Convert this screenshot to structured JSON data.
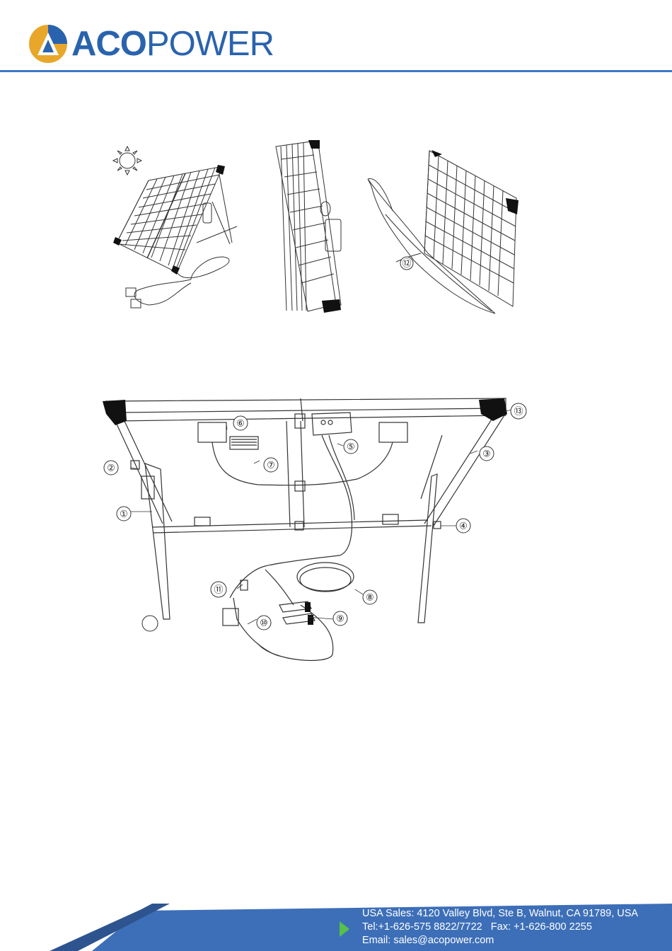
{
  "brand": {
    "name_bold": "ACO",
    "name_light": "POWER",
    "colors": {
      "blue": "#2a63ad",
      "gold": "#e8a72b",
      "footer": "#3d6fb8",
      "arrow": "#56c04a"
    }
  },
  "callouts": [
    "①",
    "②",
    "③",
    "④",
    "⑤",
    "⑥",
    "⑦",
    "⑧",
    "⑨",
    "⑩",
    "⑪",
    "⑫",
    "⑬"
  ],
  "footer": {
    "address": "USA Sales: 4120 Valley Blvd, Ste B, Walnut, CA 91789, USA",
    "phone": "Tel:+1-626-575 8822/7722   Fax: +1-626-800 2255",
    "email": "Email: sales@acopower.com"
  }
}
